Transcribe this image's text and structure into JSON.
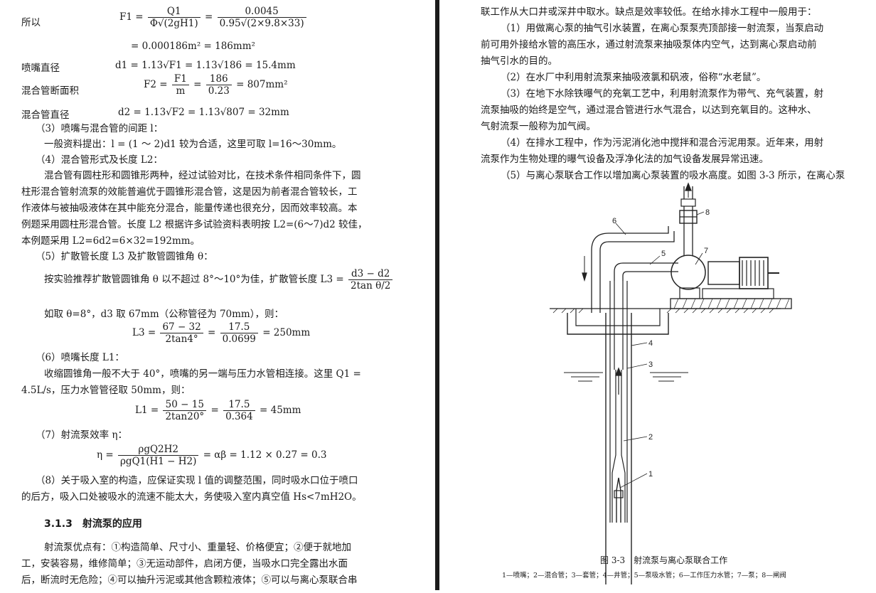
{
  "left": {
    "calc": {
      "suoyi": "所以",
      "f1_lhs": "F1 =",
      "f1_num1": "Q1",
      "f1_den1": "Φ√(2gH1)",
      "f1_eq": "=",
      "f1_num2": "0.0045",
      "f1_den2": "0.95√(2×9.8×33)",
      "f1_result": "= 0.000186m² = 186mm²",
      "d1_label": "喷嘴直径",
      "d1_eq": "d1 = 1.13√F1 = 1.13√186 = 15.4mm",
      "f2_label": "混合管断面积",
      "f2_lhs": "F2 =",
      "f2_num1": "F1",
      "f2_den1": "m",
      "f2_eq": "=",
      "f2_num2": "186",
      "f2_den2": "0.23",
      "f2_result": "= 807mm²",
      "d2_label": "混合管直径",
      "d2_eq": "d2 = 1.13√F2 = 1.13√807 = 32mm"
    },
    "lines": [
      "（3）喷嘴与混合管的间距 l：",
      "一般资料提出：l = (1 ～ 2)d1 较为合适，这里可取 l=16～30mm。",
      "（4）混合管形式及长度 L2：",
      "混合管有圆柱形和圆锥形两种，经过试验对比，在技术条件相同条件下，圆",
      "柱形混合管射流泵的效能普遍优于圆锥形混合管，这是因为前者混合管较长，工",
      "作液体与被抽吸液体在其中能充分混合，能量传递也很充分，因而效率较高。本",
      "例题采用圆柱形混合管。长度 L2 根据许多试验资料表明按 L2=(6～7)d2 较佳，",
      "本例题采用 L2=6d2=6×32=192mm。",
      "（5）扩散管长度 L3 及扩散管圆锥角 θ："
    ],
    "diffuser": {
      "text": "按实验推荐扩散管圆锥角 θ 以不超过 8°～10°为佳，扩散管长度 L3 =",
      "num": "d3 − d2",
      "den": "2tan θ/2"
    },
    "l3": {
      "intro": "如取 θ=8°，d3 取 67mm（公称管径为 70mm），则：",
      "lhs": "L3 =",
      "num1": "67 − 32",
      "den1": "2tan4°",
      "eq": "=",
      "num2": "17.5",
      "den2": "0.0699",
      "result": "= 250mm"
    },
    "nozzle": {
      "title": "（6）喷嘴长度 L1：",
      "line1": "收缩圆锥角一般不大于 40°，喷嘴的另一端与压力水管相连接。这里 Q1 =",
      "line2": "4.5L/s，压力水管管径取 50mm，则：",
      "lhs": "L1 =",
      "num1": "50 − 15",
      "den1": "2tan20°",
      "eq": "=",
      "num2": "17.5",
      "den2": "0.364",
      "result": "= 45mm"
    },
    "eff": {
      "title": "（7）射流泵效率 η：",
      "lhs": "η =",
      "num": "ρgQ2H2",
      "den": "ρgQ1(H1 − H2)",
      "result": "= αβ = 1.12 × 0.27 = 0.3"
    },
    "suction": {
      "line1": "（8）关于吸入室的构造，应保证实现 l 值的调整范围，同时吸水口位于喷口",
      "line2": "的后方，吸入口处被吸水的流速不能太大，务使吸入室内真空值 Hs<7mH2O。"
    },
    "section_title": "3.1.3　射流泵的应用",
    "advantages": [
      "射流泵优点有：①构造简单、尺寸小、重量轻、价格便宜；②便于就地加",
      "工，安装容易，维修简单；③无运动部件，启闭方便，当吸水口完全露出水面",
      "后，断流时无危险；④可以抽升污泥或其他含颗粒液体；⑤可以与离心泵联合串"
    ]
  },
  "right": {
    "lines": [
      "联工作从大口井或深井中取水。缺点是效率较低。在给水排水工程中一般用于：",
      "（1）用做离心泵的抽气引水装置，在离心泵泵壳顶部接一射流泵，当泵启动",
      "前可用外接给水管的高压水，通过射流泵来抽吸泵体内空气，达到离心泵启动前",
      "抽气引水的目的。",
      "（2）在水厂中利用射流泵来抽吸液氯和矾液，俗称“水老鼠”。",
      "（3）在地下水除铁曝气的充氧工艺中，利用射流泵作为带气、充气装置，射",
      "流泵抽吸的始终是空气，通过混合管进行水气混合，以达到充氧目的。这种水、",
      "气射流泵一般称为加气阀。",
      "（4）在排水工程中，作为污泥消化池中搅拌和混合污泥用泵。近年来，用射",
      "流泵作为生物处理的曝气设备及浮净化法的加气设备发展异常迅速。",
      "（5）与离心泵联合工作以增加离心泵装置的吸水高度。如图 3-3 所示，在离心泵"
    ],
    "figure": {
      "labels": [
        "1",
        "2",
        "3",
        "4",
        "5",
        "6",
        "7",
        "8"
      ],
      "caption": "图 3-3　射流泵与离心泵联合工作",
      "legend": "1—喷嘴；2—混合管；3—套管；4—井管；5—泵吸水管；6—工作压力水管；7—泵；8—闸阀"
    }
  }
}
